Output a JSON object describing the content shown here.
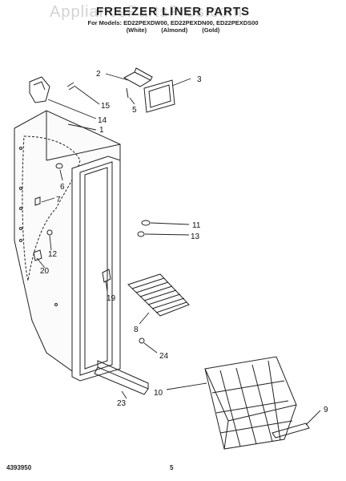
{
  "watermark": "AppliancePartsPros.com",
  "header": {
    "title": "FREEZER LINER PARTS",
    "models": "For Models: ED22PEXDW00, ED22PEXDN00, ED22PEXDS00",
    "colors": [
      "(White)",
      "(Almond)",
      "(Gold)"
    ]
  },
  "callouts": {
    "c1": "1",
    "c2": "2",
    "c3": "3",
    "c5": "5",
    "c6": "6",
    "c7": "7",
    "c8": "8",
    "c9": "9",
    "c10": "10",
    "c11": "11",
    "c12": "12",
    "c13": "13",
    "c14": "14",
    "c15": "15",
    "c19": "19",
    "c20": "20",
    "c23": "23",
    "c24": "24"
  },
  "footer": {
    "doc_number": "4393950",
    "page_number": "5"
  }
}
